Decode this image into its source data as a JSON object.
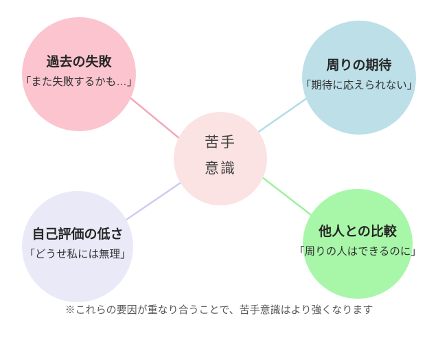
{
  "diagram": {
    "center": {
      "line1": "苦手",
      "line2": "意識",
      "circle_color": "#FBE3E3"
    },
    "factors": [
      {
        "name": "past-failure",
        "title": "過去の失敗",
        "quote": "「また失敗するかも…」",
        "circle_color": "#FBC4CE",
        "line_color": "#F3A7B6"
      },
      {
        "name": "surrounding-expectations",
        "title": "周りの期待",
        "quote": "「期待に応えられない」",
        "circle_color": "#BCDFE8",
        "line_color": "#B3DCE8"
      },
      {
        "name": "low-self-evaluation",
        "title": "自己評価の低さ",
        "quote": "「どうせ私には無理」",
        "circle_color": "#EAE9F8",
        "line_color": "#CDCBF3"
      },
      {
        "name": "comparison-with-others",
        "title": "他人との比較",
        "quote": "「周りの人はできるのに」",
        "circle_color": "#A8F7A9",
        "line_color": "#9DF09E"
      }
    ],
    "footnote": "※これらの要因が重なり合うことで、苦手意識はより強くなります"
  }
}
